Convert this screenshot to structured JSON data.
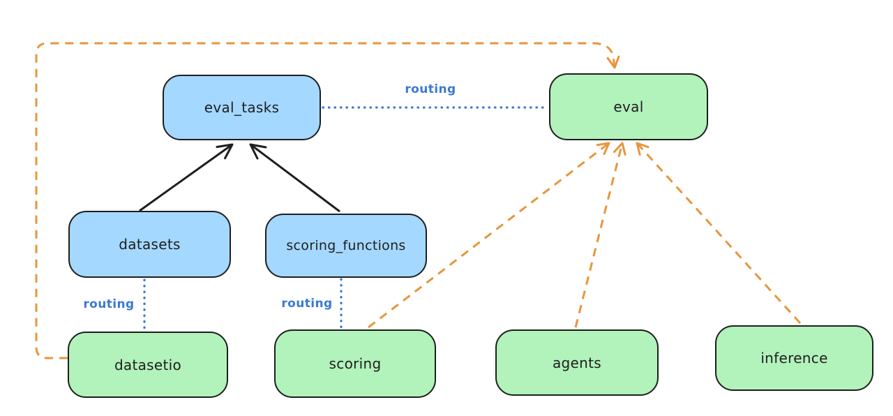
{
  "diagram": {
    "nodes": {
      "eval_tasks": {
        "label": "eval_tasks",
        "fill": "#a5d8ff"
      },
      "eval": {
        "label": "eval",
        "fill": "#b2f2bb"
      },
      "datasets": {
        "label": "datasets",
        "fill": "#a5d8ff"
      },
      "scoring_functions": {
        "label": "scoring_functions",
        "fill": "#a5d8ff"
      },
      "datasetio": {
        "label": "datasetio",
        "fill": "#b2f2bb"
      },
      "scoring": {
        "label": "scoring",
        "fill": "#b2f2bb"
      },
      "agents": {
        "label": "agents",
        "fill": "#b2f2bb"
      },
      "inference": {
        "label": "inference",
        "fill": "#b2f2bb"
      }
    },
    "edge_labels": {
      "eval_tasks_to_eval": "routing",
      "datasets_to_datasetio": "routing",
      "scoring_functions_to_scoring": "routing"
    },
    "edges": [
      {
        "from": "datasets",
        "to": "eval_tasks",
        "style": "solid-black-arrow"
      },
      {
        "from": "scoring_functions",
        "to": "eval_tasks",
        "style": "solid-black-arrow"
      },
      {
        "from": "eval_tasks",
        "to": "eval",
        "style": "dotted-blue",
        "label": "routing"
      },
      {
        "from": "datasets",
        "to": "datasetio",
        "style": "dotted-blue",
        "label": "routing"
      },
      {
        "from": "scoring_functions",
        "to": "scoring",
        "style": "dotted-blue",
        "label": "routing"
      },
      {
        "from": "datasetio",
        "to": "eval",
        "style": "dashed-orange-arrow"
      },
      {
        "from": "scoring",
        "to": "eval",
        "style": "dashed-orange-arrow"
      },
      {
        "from": "agents",
        "to": "eval",
        "style": "dashed-orange-arrow"
      },
      {
        "from": "inference",
        "to": "eval",
        "style": "dashed-orange-arrow"
      }
    ],
    "colors": {
      "node_stroke": "#1e1e1e",
      "blue_fill": "#a5d8ff",
      "green_fill": "#b2f2bb",
      "orange_edge": "#e8953d",
      "blue_edge": "#3b79d1",
      "black_edge": "#1e1e1e",
      "background": "#ffffff"
    }
  }
}
